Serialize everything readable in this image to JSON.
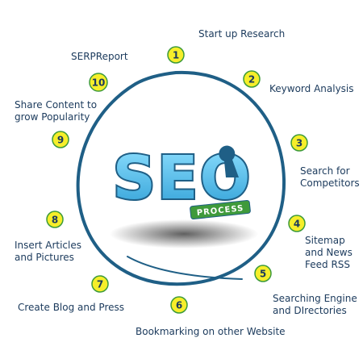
{
  "center": {
    "logo_text": "SEO",
    "tag_text": "PROCESS"
  },
  "steps": [
    {
      "number": "1",
      "label_lines": [
        "Start up Research"
      ]
    },
    {
      "number": "2",
      "label_lines": [
        "Keyword Analysis"
      ]
    },
    {
      "number": "3",
      "label_lines": [
        "Search for",
        "Competitors"
      ]
    },
    {
      "number": "4",
      "label_lines": [
        "Sitemap",
        "and News",
        "Feed RSS"
      ]
    },
    {
      "number": "5",
      "label_lines": [
        "Searching Engine",
        "and DIrectories"
      ]
    },
    {
      "number": "6",
      "label_lines": [
        "Bookmarking on other Website"
      ]
    },
    {
      "number": "7",
      "label_lines": [
        "Create Blog and Press"
      ]
    },
    {
      "number": "8",
      "label_lines": [
        "Insert Articles",
        "and Pictures"
      ]
    },
    {
      "number": "9",
      "label_lines": [
        "Share Content to",
        "grow Popularity"
      ]
    },
    {
      "number": "10",
      "label_lines": [
        "SERPReport"
      ]
    }
  ],
  "colors": {
    "ring": "#1f5f86",
    "badge_fill": "#f6ee2a",
    "badge_stroke": "#3c9a3a",
    "text": "#1b3a5c",
    "logo_fill": "#4cb8e6",
    "logo_outline": "#1f5f86",
    "tag_fill": "#3f9a3b"
  }
}
